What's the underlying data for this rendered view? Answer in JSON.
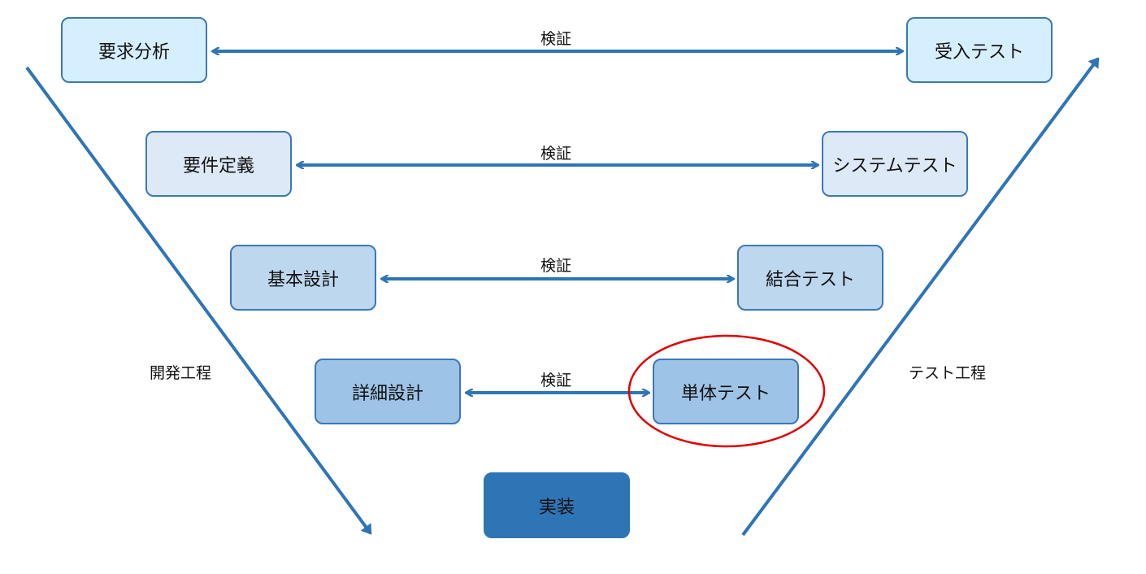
{
  "colors": {
    "arrow": "#2e75b6",
    "highlight_circle": "#e00000",
    "level1_fill": "#d6efff",
    "level2_fill": "#dde9f6",
    "level3_fill": "#bdd7ee",
    "level4_fill": "#9dc3e6",
    "implementation_fill": "#2e75b6",
    "box_border": "#3a78b8"
  },
  "development": {
    "label": "開発工程",
    "steps": [
      {
        "label": "要求分析"
      },
      {
        "label": "要件定義"
      },
      {
        "label": "基本設計"
      },
      {
        "label": "詳細設計"
      }
    ]
  },
  "testing": {
    "label": "テスト工程",
    "steps": [
      {
        "label": "受入テスト"
      },
      {
        "label": "システムテスト"
      },
      {
        "label": "結合テスト"
      },
      {
        "label": "単体テスト",
        "highlighted": true
      }
    ]
  },
  "implementation": {
    "label": "実装"
  },
  "verification_links": [
    {
      "label": "検証"
    },
    {
      "label": "検証"
    },
    {
      "label": "検証"
    },
    {
      "label": "検証"
    }
  ]
}
